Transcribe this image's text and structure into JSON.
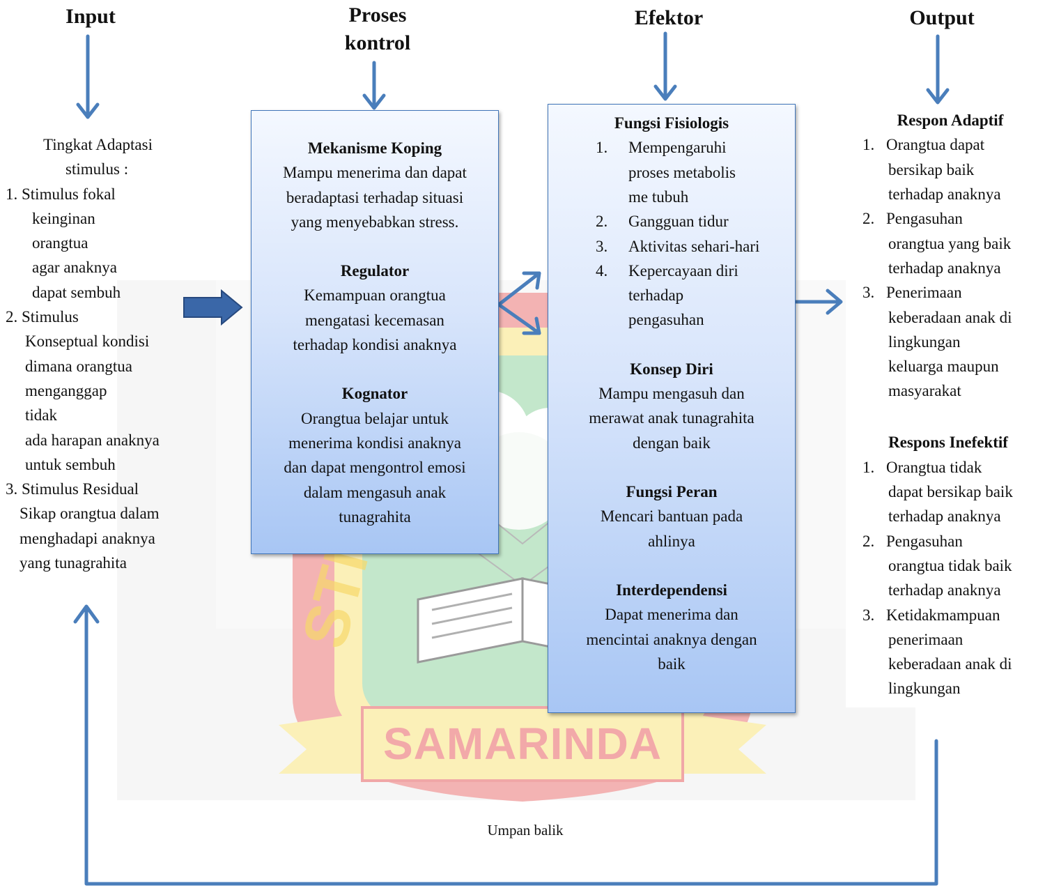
{
  "headers": {
    "input": "Input",
    "proses_line1": "Proses",
    "proses_line2": "kontrol",
    "efektor": "Efektor",
    "output": "Output"
  },
  "input_panel": {
    "lines": [
      "Tingkat Adaptasi",
      "stimulus :",
      "1.  Stimulus fokal",
      "keinginan",
      "orangtua",
      "agar anaknya",
      "dapat sembuh",
      "2. Stimulus",
      "Konseptual kondisi",
      "dimana orangtua",
      "menganggap",
      "tidak",
      "ada harapan anaknya",
      "untuk sembuh",
      "3. Stimulus Residual",
      "Sikap orangtua dalam",
      "menghadapi anaknya",
      "yang tunagrahita"
    ]
  },
  "proses_box": {
    "s1_title": "Mekanisme Koping",
    "s1_lines": [
      "Mampu  menerima dan dapat",
      "beradaptasi terhadap situasi",
      "yang menyebabkan stress."
    ],
    "s2_title": "Regulator",
    "s2_lines": [
      "Kemampuan orangtua",
      "mengatasi kecemasan",
      "terhadap kondisi anaknya"
    ],
    "s3_title": "Kognator",
    "s3_lines": [
      "Orangtua belajar untuk",
      "menerima kondisi anaknya",
      "dan dapat mengontrol emosi",
      "dalam mengasuh anak",
      "tunagrahita"
    ]
  },
  "efektor_box": {
    "s1_title": "Fungsi Fisiologis",
    "s1_items": [
      {
        "num": "1.",
        "lines": [
          "Mempengaruhi",
          "proses metabolis",
          "me tubuh"
        ]
      },
      {
        "num": "2.",
        "lines": [
          "Gangguan tidur"
        ]
      },
      {
        "num": "3.",
        "lines": [
          "Aktivitas sehari-hari"
        ]
      },
      {
        "num": "4.",
        "lines": [
          "Kepercayaan diri",
          "terhadap",
          "pengasuhan"
        ]
      }
    ],
    "s2_title": "Konsep Diri",
    "s2_lines": [
      "Mampu mengasuh dan",
      "merawat anak tunagrahita",
      "dengan baik"
    ],
    "s3_title": "Fungsi Peran",
    "s3_lines": [
      "Mencari bantuan pada",
      "ahlinya"
    ],
    "s4_title": "Interdependensi",
    "s4_lines": [
      "Dapat menerima dan",
      "mencintai anaknya dengan",
      "baik"
    ]
  },
  "output_panel": {
    "adaptif_title": "Respon Adaptif",
    "adaptif_items": [
      {
        "num": "1.",
        "lines": [
          "Orangtua dapat",
          "bersikap baik",
          "terhadap anaknya"
        ]
      },
      {
        "num": "2.",
        "lines": [
          "Pengasuhan",
          "orangtua yang baik",
          "terhadap anaknya"
        ]
      },
      {
        "num": "3.",
        "lines": [
          "Penerimaan",
          "keberadaan anak di",
          "lingkungan",
          "keluarga maupun",
          "masyarakat"
        ]
      }
    ],
    "inefektif_title": "Respons Inefektif",
    "inefektif_items": [
      {
        "num": "1.",
        "lines": [
          "Orangtua tidak",
          "dapat bersikap baik",
          "terhadap anaknya"
        ]
      },
      {
        "num": "2.",
        "lines": [
          "Pengasuhan",
          "orangtua tidak baik",
          "terhadap anaknya"
        ]
      },
      {
        "num": "3.",
        "lines": [
          "Ketidakmampuan",
          "penerimaan",
          "keberadaan anak di",
          "lingkungan"
        ]
      }
    ]
  },
  "feedback_label": "Umpan balik",
  "watermark_text": "SAMARINDA",
  "colors": {
    "arrow": "#4a7ebb",
    "box_border": "#3f74b8",
    "watermark_red": "#f0a7a7",
    "watermark_yellow": "#fbf0b8",
    "watermark_green": "#bfe6c7"
  }
}
